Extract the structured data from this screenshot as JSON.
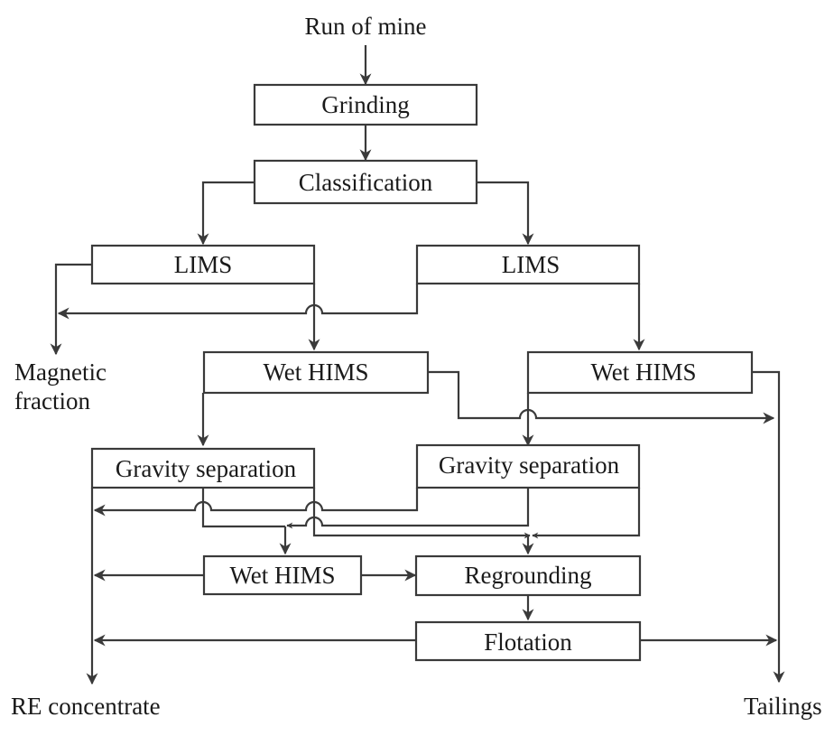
{
  "title": "Rare earth beneficiation flowsheet",
  "colors": {
    "line": "#3a3a3a",
    "text": "#1a1a1a",
    "background": "#ffffff"
  },
  "inputs": {
    "feed": "Run of mine"
  },
  "processes": {
    "grinding": "Grinding",
    "classification": "Classification",
    "lims_left": "LIMS",
    "lims_right": "LIMS",
    "wet_hims_left": "Wet HIMS",
    "wet_hims_right": "Wet HIMS",
    "gravity_left": "Gravity separation",
    "gravity_right": "Gravity separation",
    "wet_hims_bottom": "Wet HIMS",
    "regrounding": "Regrounding",
    "flotation": "Flotation"
  },
  "outputs": {
    "magnetic": [
      "Magnetic",
      "fraction"
    ],
    "concentrate": "RE concentrate",
    "tailings": "Tailings"
  },
  "flows": [
    {
      "from": "Run of mine",
      "to": "Grinding"
    },
    {
      "from": "Grinding",
      "to": "Classification"
    },
    {
      "from": "Classification",
      "to": "LIMS (left)"
    },
    {
      "from": "Classification",
      "to": "LIMS (right)"
    },
    {
      "from": "LIMS (left)",
      "to": "Magnetic fraction"
    },
    {
      "from": "LIMS (right)",
      "to": "Magnetic fraction"
    },
    {
      "from": "LIMS (left)",
      "to": "Wet HIMS (left)"
    },
    {
      "from": "LIMS (right)",
      "to": "Wet HIMS (right)"
    },
    {
      "from": "Wet HIMS (left)",
      "to": "Gravity separation (left)"
    },
    {
      "from": "Wet HIMS (left)",
      "to": "Tailings"
    },
    {
      "from": "Wet HIMS (right)",
      "to": "Gravity separation (right)"
    },
    {
      "from": "Wet HIMS (right)",
      "to": "Tailings"
    },
    {
      "from": "Gravity separation (left)",
      "to": "RE concentrate"
    },
    {
      "from": "Gravity separation (right)",
      "to": "RE concentrate"
    },
    {
      "from": "Gravity separation (left)",
      "to": "Wet HIMS (bottom)"
    },
    {
      "from": "Gravity separation (right)",
      "to": "Wet HIMS (bottom)"
    },
    {
      "from": "Gravity separation (left)",
      "to": "Regrounding"
    },
    {
      "from": "Gravity separation (right)",
      "to": "Regrounding"
    },
    {
      "from": "Wet HIMS (bottom)",
      "to": "RE concentrate"
    },
    {
      "from": "Wet HIMS (bottom)",
      "to": "Regrounding"
    },
    {
      "from": "Regrounding",
      "to": "Flotation"
    },
    {
      "from": "Flotation",
      "to": "RE concentrate"
    },
    {
      "from": "Flotation",
      "to": "Tailings"
    }
  ]
}
